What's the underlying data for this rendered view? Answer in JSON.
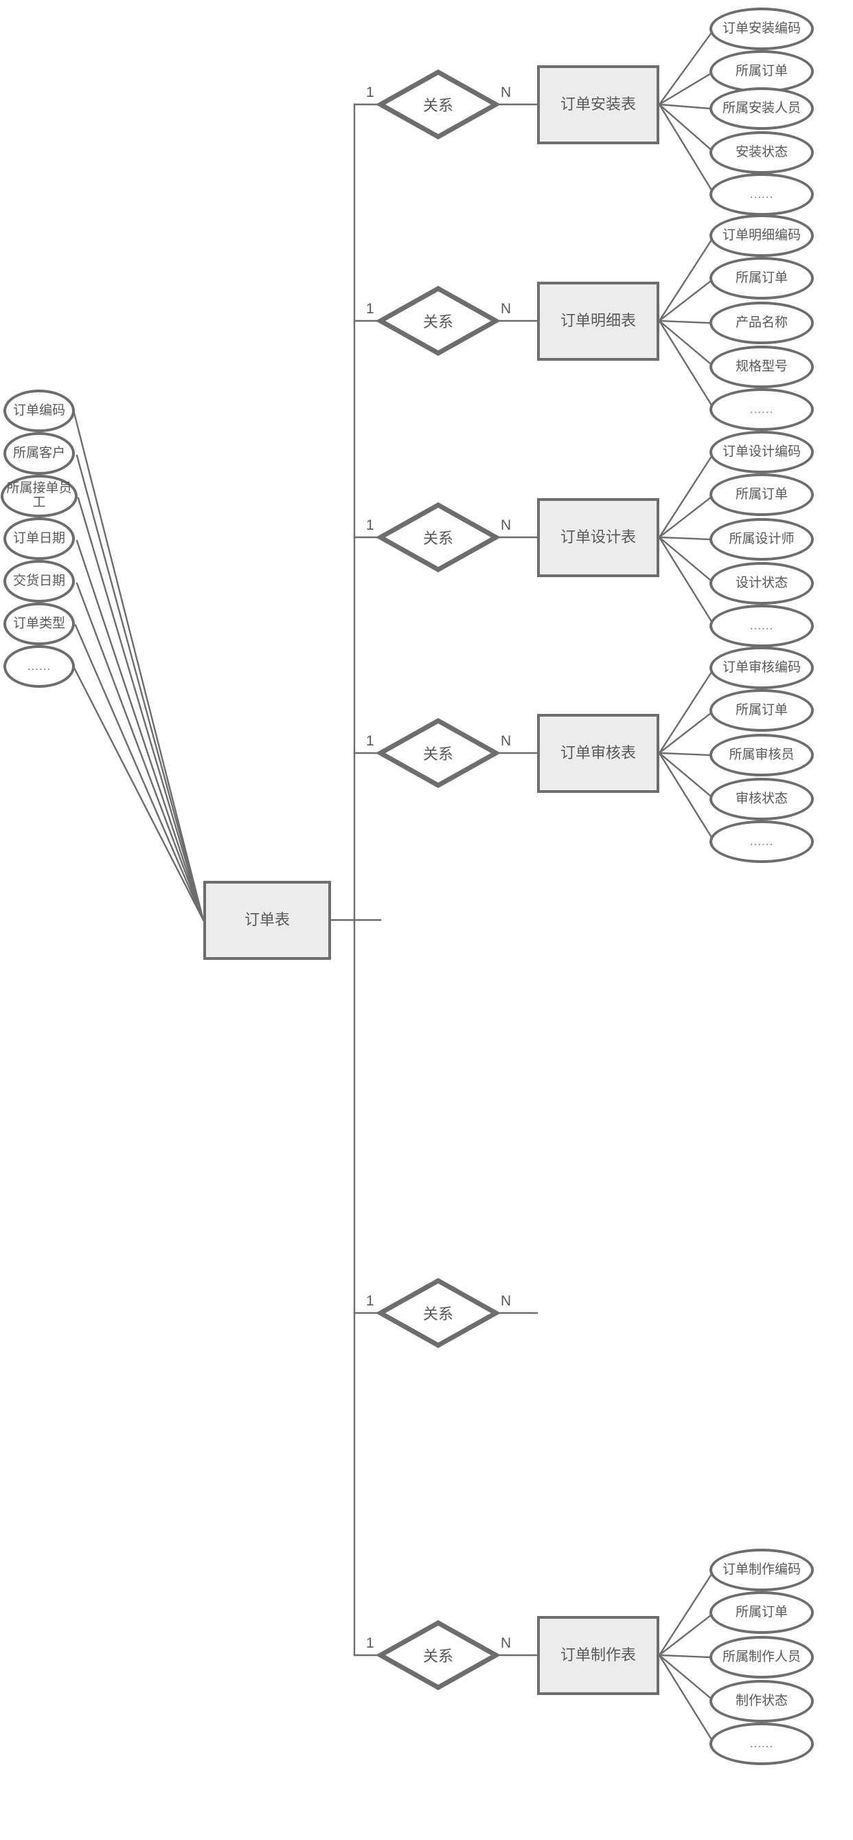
{
  "diagram": {
    "type": "er-diagram",
    "title_visible": false,
    "colors": {
      "stroke": "#6d6d6d",
      "entity_fill": "#ececec",
      "attribute_fill": "#ffffff",
      "text": "#595959",
      "connector": "#6d6d6d",
      "background": "#ffffff"
    },
    "main_entity": {
      "label": "订单表",
      "attributes": [
        "订单编码",
        "所属客户",
        "所属接单员工",
        "订单日期",
        "交货日期",
        "订单类型",
        "......"
      ]
    },
    "relationship_label": "关系",
    "cardinality_left": "1",
    "cardinality_right": "N",
    "related_entities": [
      {
        "label": "订单安装表",
        "attributes": [
          "订单安装编码",
          "所属订单",
          "所属安装人员",
          "安装状态",
          "......"
        ]
      },
      {
        "label": "订单明细表",
        "attributes": [
          "订单明细编码",
          "所属订单",
          "产品名称",
          "规格型号",
          "......"
        ]
      },
      {
        "label": "订单设计表",
        "attributes": [
          "订单设计编码",
          "所属订单",
          "所属设计师",
          "设计状态",
          "......"
        ]
      },
      {
        "label": "订单审核表",
        "attributes": [
          "订单审核编码",
          "所属订单",
          "所属审核员",
          "审核状态",
          "......"
        ]
      },
      {
        "label": "订单制作表",
        "attributes": [
          "订单制作编码",
          "所属订单",
          "所属制作人员",
          "制作状态",
          "......"
        ]
      }
    ]
  }
}
